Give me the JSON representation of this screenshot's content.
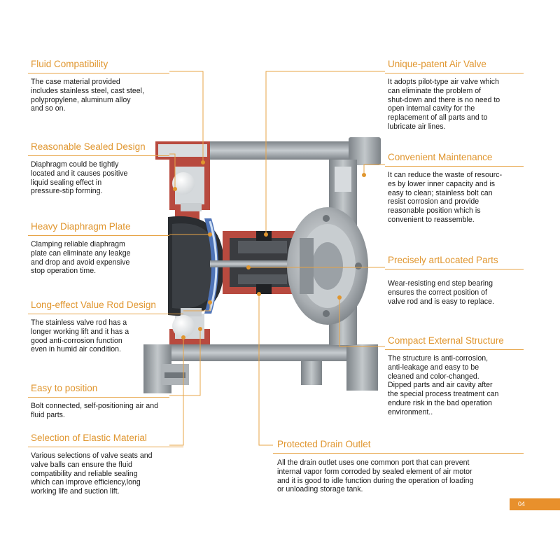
{
  "colors": {
    "accent": "#e0962f",
    "body_red": "#b84a3f",
    "steel": "#9ea4a8"
  },
  "left_features": [
    {
      "title": "Fluid Compatibility",
      "desc": "The case material provided\nincludes stainless steel, cast steel,\npolypropylene, aluminum alloy\nand so on."
    },
    {
      "title": "Reasonable Sealed Design",
      "desc": "Diaphragm could be tightly\nlocated and it causes positive\nliquid sealing effect in\npressure-stip forming."
    },
    {
      "title": "Heavy Diaphragm Plate",
      "desc": "Clamping reliable diaphragm\nplate can eliminate any leakge\nand drop and avoid expensive\nstop operation time."
    },
    {
      "title": "Long-effect Value Rod Design",
      "desc": "The stainless valve rod has a\nlonger working lift and it has a\ngood anti-corrosion function\neven in humid air condition."
    },
    {
      "title": "Easy to position",
      "desc": "Bolt connected, self-positioning air and\nfluid parts."
    },
    {
      "title": "Selection of Elastic Material",
      "desc": "Various selections of valve seats and\nvalve balls can ensure the fluid\ncompatibility and reliable sealing\nwhich can improve efficiency,long\nworking life and suction lift."
    }
  ],
  "right_features": [
    {
      "title": "Unique-patent Air Valve",
      "desc": "It adopts pilot-type air valve which\ncan eliminate the problem of\nshut-down and there is no need to\nopen internal cavity for the\nreplacement of all parts and to\nlubricate air lines."
    },
    {
      "title": "Convenient Maintenance",
      "desc": "It can reduce the waste of resourc-\nes by lower inner capacity and is\neasy to clean; stainless bolt can\nresist corrosion and provide\nreasonable position which is\nconvenient to reassemble."
    },
    {
      "title": "Precisely artLocated Parts",
      "desc": "Wear-resisting end step bearing\nensures the correct position of\nvalve rod and is easy to replace."
    },
    {
      "title": "Compact External Structure",
      "desc": "The structure is anti-corrosion,\nanti-leakage and easy to be\ncleaned and color-changed.\nDipped parts and air cavity after\nthe special process treatment can\nendure risk in the bad operation\nenvironment.."
    }
  ],
  "bottom_feature": {
    "title": "Protected Drain Outlet",
    "desc": "All the drain outlet uses one common port that can prevent\ninternal vapor form corroded by sealed element of air motor\nand it is good to idle function during the operation of loading\nor unloading storage tank."
  },
  "page_number": "04"
}
